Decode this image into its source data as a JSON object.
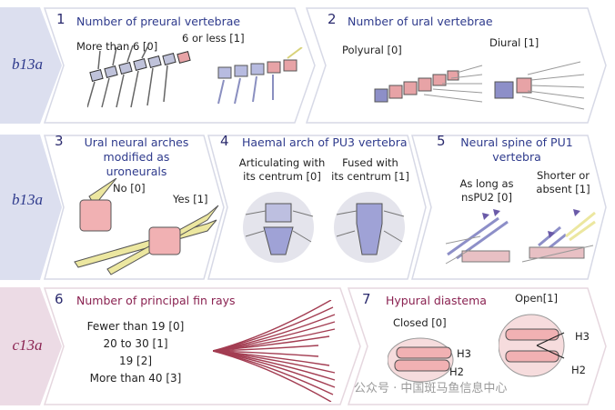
{
  "rows": [
    {
      "tag": "b13a",
      "color": "#2e3a8c",
      "bg": "#dcdfef"
    },
    {
      "tag": "b13a",
      "color": "#2e3a8c",
      "bg": "#dcdfef"
    },
    {
      "tag": "c13a",
      "color": "#8a2251",
      "bg": "#ecdbe5"
    }
  ],
  "panels": [
    {
      "num": "1",
      "title": "Number of preural vertebrae",
      "options": [
        "More than 6 [0]",
        "6 or less [1]"
      ]
    },
    {
      "num": "2",
      "title": "Number of ural vertebrae",
      "options": [
        "Polyural [0]",
        "Diural [1]"
      ]
    },
    {
      "num": "3",
      "title_lines": [
        "Ural neural arches",
        "modified as uroneurals"
      ],
      "options": [
        "No [0]",
        "Yes [1]"
      ]
    },
    {
      "num": "4",
      "title": "Haemal arch of PU3 vertebra",
      "options": [
        [
          "Articulating with",
          "its centrum [0]"
        ],
        [
          "Fused with",
          "its centrum [1]"
        ]
      ]
    },
    {
      "num": "5",
      "title_lines": [
        "Neural spine of PU1",
        "vertebra"
      ],
      "options": [
        [
          "As long as",
          "nsPU2 [0]"
        ],
        [
          "Shorter or",
          "absent [1]"
        ]
      ]
    },
    {
      "num": "6",
      "title": "Number of principal fin rays",
      "options": [
        "Fewer than 19 [0]",
        "20 to 30 [1]",
        "19 [2]",
        "More than 40 [3]"
      ]
    },
    {
      "num": "7",
      "title": "Hypural diastema",
      "options": [
        "Closed [0]",
        "Open[1]"
      ],
      "labels": [
        "H3",
        "H2",
        "H3",
        "H2"
      ]
    }
  ],
  "watermark": "公众号 · 中国斑马鱼信息中心"
}
